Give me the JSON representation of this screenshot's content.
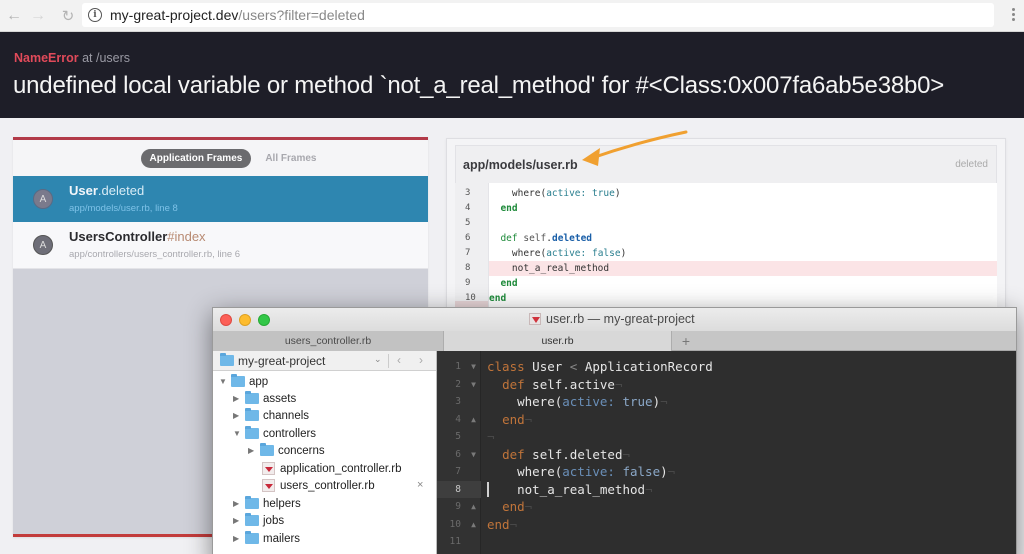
{
  "browser": {
    "url_host": "my-great-project.dev",
    "url_path": "/users?filter=deleted",
    "back_icon": "arrow-left-icon",
    "forward_icon": "arrow-right-icon",
    "reload_icon": "reload-icon",
    "info_icon": "info-icon",
    "menu_icon": "vertical-dots-icon"
  },
  "error": {
    "class": "NameError",
    "location": "at /users",
    "message": "undefined local variable or method `not_a_real_method' for #<Class:0x007fa6ab5e38b0>",
    "accent_color": "#e14a5a"
  },
  "frames": {
    "tabs": [
      {
        "label": "Application Frames",
        "active": true
      },
      {
        "label": "All Frames",
        "active": false
      }
    ],
    "items": [
      {
        "avatar": "A",
        "class": "User",
        "method": ".deleted",
        "location": "app/models/user.rb, line 8",
        "active": true
      },
      {
        "avatar": "A",
        "class": "UsersController",
        "method": "#index",
        "location": "app/controllers/users_controller.rb, line 6",
        "active": false
      }
    ],
    "active_color": "#2e86b0"
  },
  "code_panel": {
    "file": "app/models/user.rb",
    "method": "deleted",
    "lines": [
      {
        "n": "3",
        "code": "    where(active: true)"
      },
      {
        "n": "4",
        "code": "  end"
      },
      {
        "n": "5",
        "code": ""
      },
      {
        "n": "6",
        "code": "  def self.deleted"
      },
      {
        "n": "7",
        "code": "    where(active: false)"
      },
      {
        "n": "8",
        "code": "    not_a_real_method",
        "highlight": true
      },
      {
        "n": "9",
        "code": "  end"
      },
      {
        "n": "10",
        "code": "end"
      }
    ]
  },
  "editor": {
    "title": "user.rb — my-great-project",
    "tabs": [
      {
        "label": "users_controller.rb",
        "active": false
      },
      {
        "label": "user.rb",
        "active": true
      }
    ],
    "add_tab": "+",
    "project": "my-great-project",
    "tree": [
      {
        "label": "app",
        "type": "folder",
        "depth": 0,
        "expanded": true
      },
      {
        "label": "assets",
        "type": "folder",
        "depth": 1,
        "expanded": false
      },
      {
        "label": "channels",
        "type": "folder",
        "depth": 1,
        "expanded": false
      },
      {
        "label": "controllers",
        "type": "folder",
        "depth": 1,
        "expanded": true
      },
      {
        "label": "concerns",
        "type": "folder",
        "depth": 2,
        "expanded": false
      },
      {
        "label": "application_controller.rb",
        "type": "ruby-file",
        "depth": 2
      },
      {
        "label": "users_controller.rb",
        "type": "ruby-file",
        "depth": 2,
        "open": true
      },
      {
        "label": "helpers",
        "type": "folder",
        "depth": 1,
        "expanded": false
      },
      {
        "label": "jobs",
        "type": "folder",
        "depth": 1,
        "expanded": false
      },
      {
        "label": "mailers",
        "type": "folder",
        "depth": 1,
        "expanded": false
      }
    ],
    "gutter": [
      {
        "n": "1",
        "fold": "▼"
      },
      {
        "n": "2",
        "fold": "▼"
      },
      {
        "n": "3",
        "fold": ""
      },
      {
        "n": "4",
        "fold": "▲"
      },
      {
        "n": "5",
        "fold": ""
      },
      {
        "n": "6",
        "fold": "▼"
      },
      {
        "n": "7",
        "fold": ""
      },
      {
        "n": "8",
        "fold": "",
        "current": true
      },
      {
        "n": "9",
        "fold": "▲"
      },
      {
        "n": "10",
        "fold": "▲"
      },
      {
        "n": "11",
        "fold": ""
      }
    ],
    "code": [
      "class User < ApplicationRecord",
      "  def self.active",
      "    where(active: true)",
      "  end",
      "",
      "  def self.deleted",
      "    where(active: false)",
      "    not_a_real_method",
      "  end",
      "end",
      ""
    ]
  }
}
